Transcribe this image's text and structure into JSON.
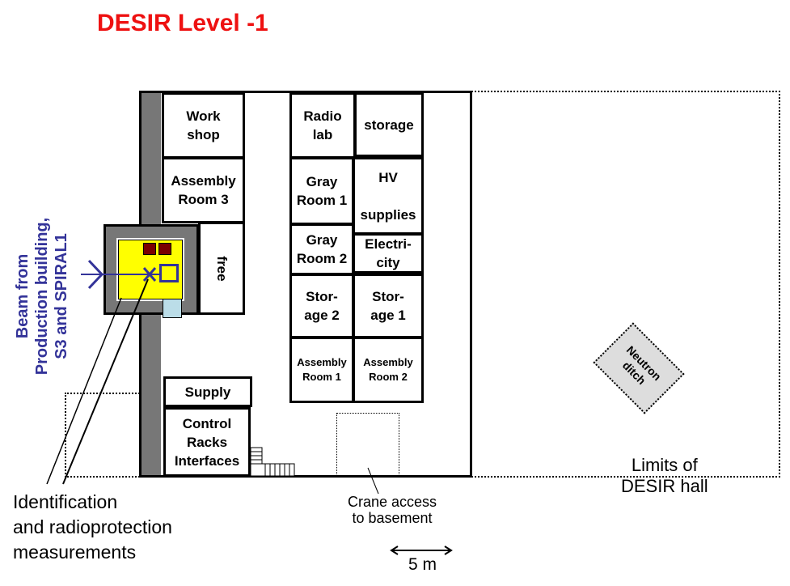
{
  "title": "DESIR Level -1",
  "rooms": {
    "workshop": "Work\nshop",
    "assembly3": "Assembly\nRoom 3",
    "free": "free",
    "supply": "Supply",
    "control": "Control\nRacks\nInterfaces",
    "radio_lab": "Radio\nlab",
    "storage": "storage",
    "gray1": "Gray\nRoom 1",
    "hv": "HV\n\nsupplies",
    "gray2": "Gray\nRoom 2",
    "electricity": "Electri-\ncity",
    "storage2": "Stor-\nage 2",
    "storage1": "Stor-\nage 1",
    "assembly1": "Assembly\nRoom 1",
    "assembly2": "Assembly\nRoom 2"
  },
  "labels": {
    "beam": "Beam from\nProduction building,\nS3 and SPIRAL1",
    "identification": "Identification\nand radioprotection\nmeasurements",
    "crane": "Crane access\nto basement",
    "limits": "Limits of\nDESIR hall",
    "neutron_ditch": "Neutron\nditch",
    "scale": "5 m"
  },
  "colors": {
    "title": "#ee1111",
    "beam": "#333399",
    "yellow_room": "#ffff00",
    "wall": "#777777",
    "dark_red": "#7a0000",
    "light_blue": "#bbdde8"
  }
}
